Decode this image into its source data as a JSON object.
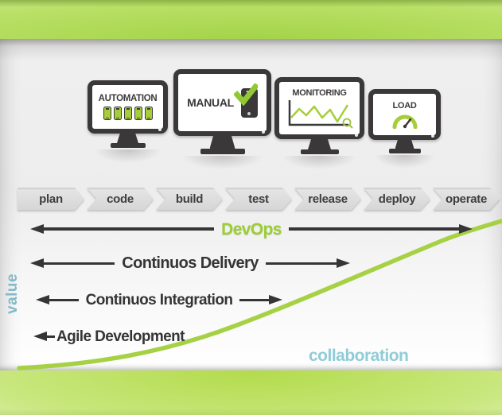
{
  "monitors": [
    {
      "label": "AUTOMATION",
      "icon": "phones-row-icon"
    },
    {
      "label": "MANUAL",
      "icon": "phone-check-icon"
    },
    {
      "label": "MONITORING",
      "icon": "line-chart-magnifier-icon"
    },
    {
      "label": "LOAD",
      "icon": "gauge-icon"
    }
  ],
  "pipeline": [
    {
      "label": "plan"
    },
    {
      "label": "code"
    },
    {
      "label": "build"
    },
    {
      "label": "test"
    },
    {
      "label": "release"
    },
    {
      "label": "deploy"
    },
    {
      "label": "operate"
    }
  ],
  "spans": {
    "devops": {
      "label": "DevOps"
    },
    "delivery": {
      "label": "Continuos Delivery"
    },
    "integration": {
      "label": "Continuos Integration"
    },
    "agile": {
      "label": "Agile Development"
    }
  },
  "labels": {
    "value": "value",
    "collaboration": "collaboration"
  },
  "colors": {
    "accent_green": "#a6ce39",
    "band_green": "#b5dd55",
    "dark_charcoal": "#3b383a",
    "arrow_dark": "#353537",
    "label_blue": "#8fccd8",
    "ribbon_gray": "#d9d9d9"
  }
}
